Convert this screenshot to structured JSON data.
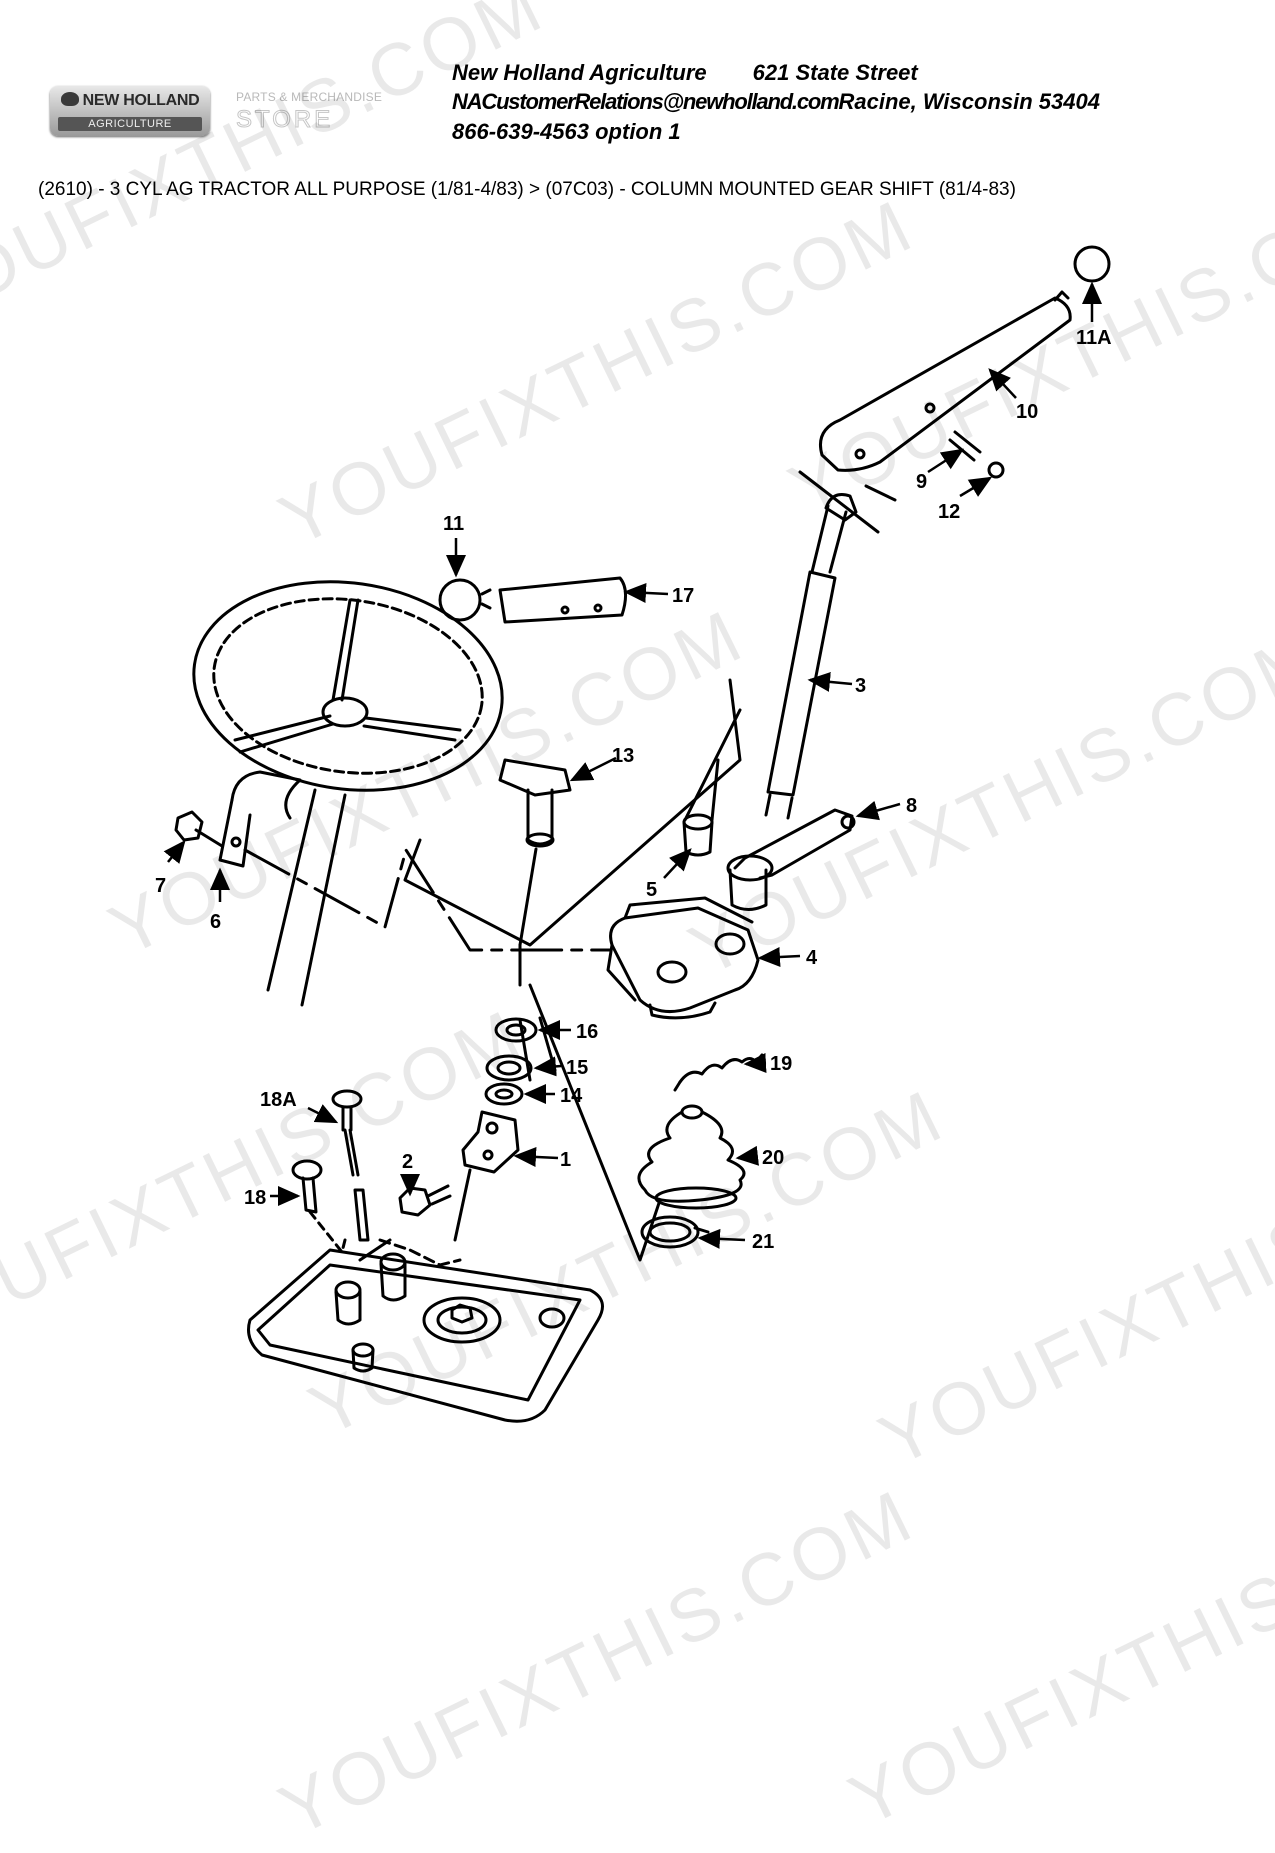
{
  "logo": {
    "brand": "NEW HOLLAND",
    "sub": "AGRICULTURE"
  },
  "store": {
    "line1": "PARTS & MERCHANDISE",
    "line2": "STORE"
  },
  "header": {
    "company": "New Holland Agriculture",
    "street": "621 State Street",
    "email": "NACustomerRelations@newholland.com",
    "city": "Racine, Wisconsin 53404",
    "phone": "866-639-4563 option 1"
  },
  "breadcrumb": "(2610) - 3 CYL AG TRACTOR ALL PURPOSE (1/81-4/83) > (07C03) - COLUMN MOUNTED GEAR SHIFT (81/4-83)",
  "watermark": {
    "text": "YOUFIXTHIS.COM"
  },
  "callouts": [
    "11A",
    "10",
    "9",
    "12",
    "11",
    "17",
    "3",
    "13",
    "8",
    "5",
    "7",
    "6",
    "4",
    "16",
    "15",
    "19",
    "14",
    "18A",
    "1",
    "2",
    "20",
    "18",
    "21"
  ]
}
